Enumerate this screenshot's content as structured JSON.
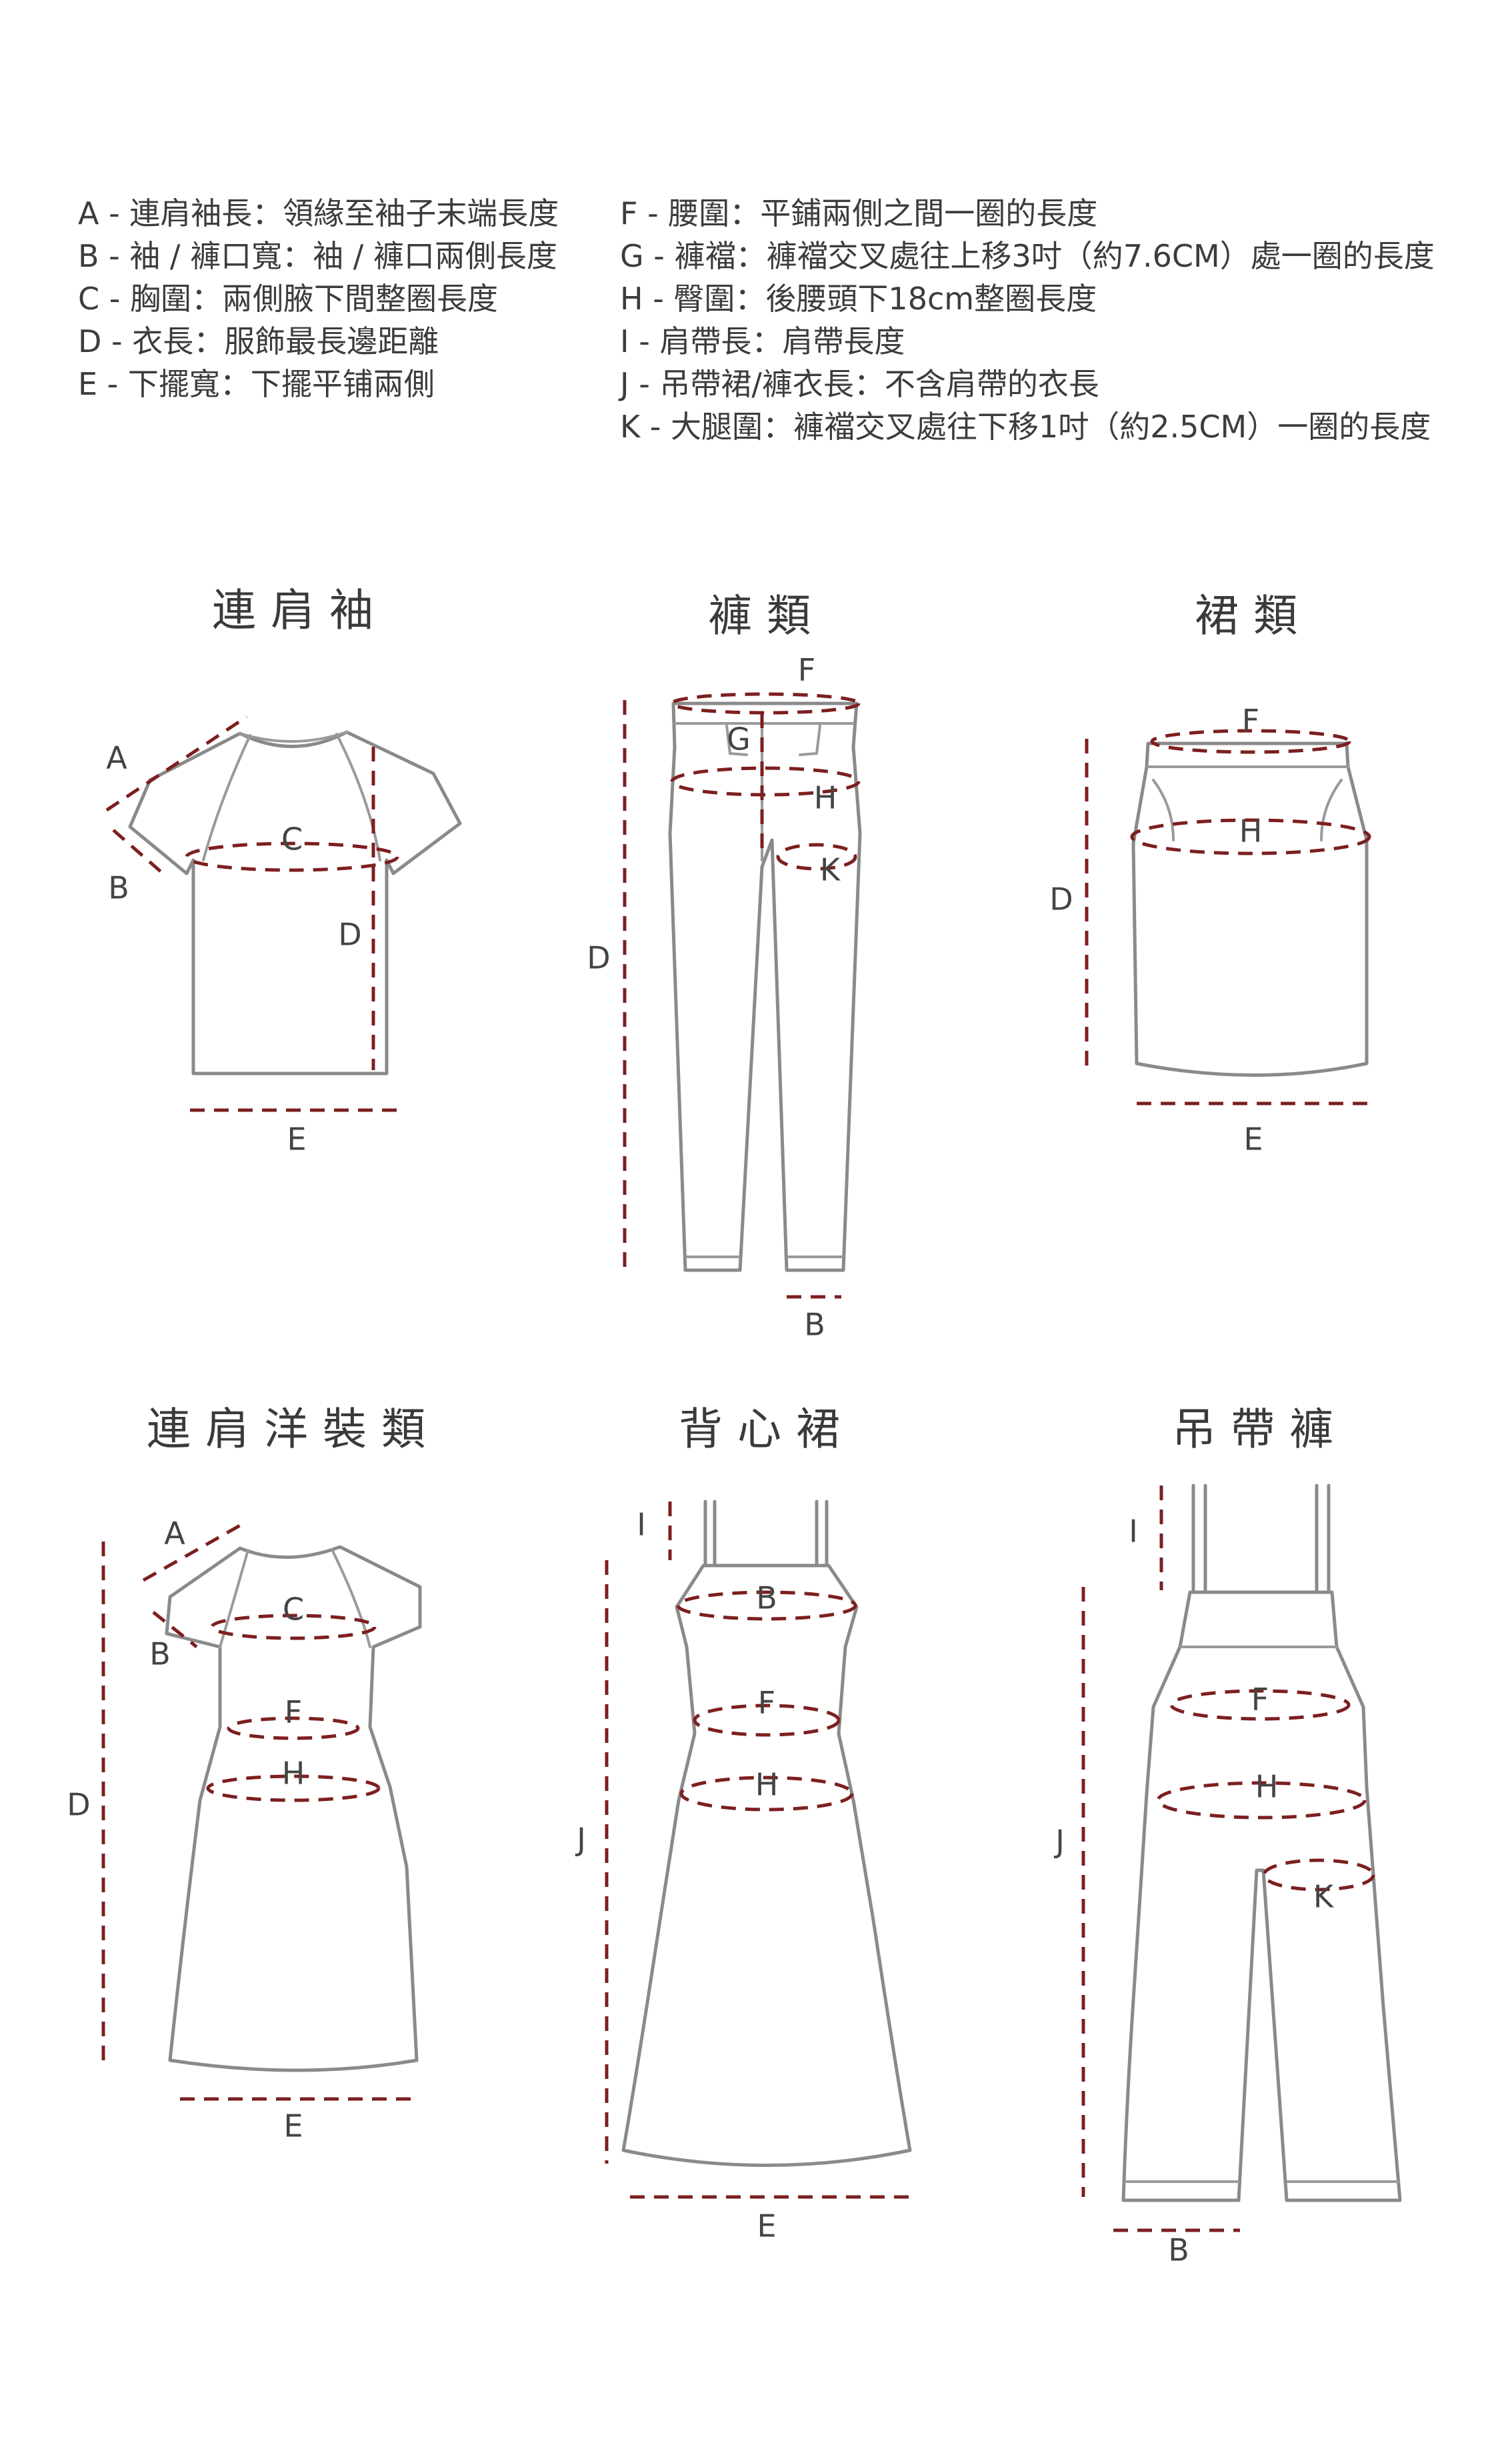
{
  "legend": {
    "left": [
      "A - 連肩袖長：領緣至袖子末端長度",
      "B - 袖 / 褲口寬：袖 / 褲口兩側長度",
      "C - 胸圍：兩側腋下間整圈長度",
      "D - 衣長：服飾最長邊距離",
      "E - 下擺寬：下擺平铺兩側"
    ],
    "right": [
      "F - 腰圍：平鋪兩側之間一圈的長度",
      "G - 褲襠：褲襠交叉處往上移3吋（約7.6CM）處一圈的長度",
      "H - 臀圍：後腰頭下18cm整圈長度",
      "I - 肩帶長：肩帶長度",
      "J - 吊帶裙/褲衣長：不含肩帶的衣長",
      "K - 大腿圍：褲襠交叉處往下移1吋（約2.5CM）一圈的長度"
    ]
  },
  "diagrams": [
    {
      "title": "連肩袖",
      "labels": [
        "A",
        "B",
        "C",
        "D",
        "E"
      ]
    },
    {
      "title": "褲類",
      "labels": [
        "F",
        "G",
        "H",
        "K",
        "D",
        "B"
      ]
    },
    {
      "title": "裙類",
      "labels": [
        "F",
        "H",
        "D",
        "E"
      ]
    },
    {
      "title": "連肩洋裝類",
      "labels": [
        "A",
        "B",
        "C",
        "F",
        "H",
        "D",
        "E"
      ]
    },
    {
      "title": "背心裙",
      "labels": [
        "I",
        "B",
        "F",
        "H",
        "J",
        "E"
      ]
    },
    {
      "title": "吊帶褲",
      "labels": [
        "I",
        "F",
        "H",
        "K",
        "J",
        "B"
      ]
    }
  ],
  "colors": {
    "measure": "#7d1f1f",
    "outline": "#8a8a8a",
    "text": "#3c3c3c"
  }
}
